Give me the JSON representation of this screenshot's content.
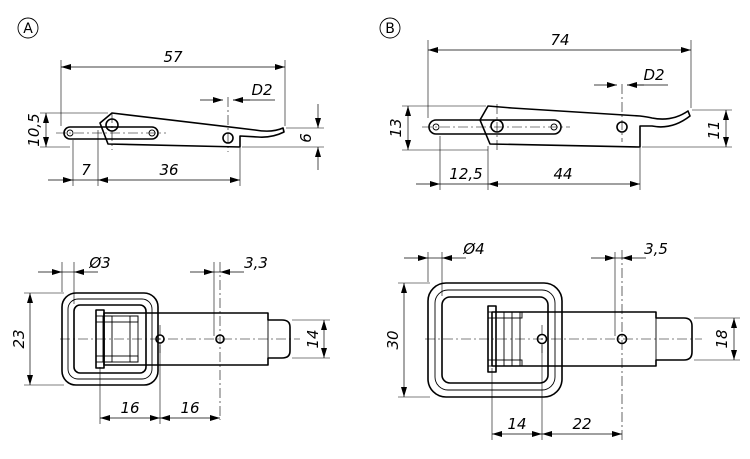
{
  "views": {
    "a": {
      "label": "A",
      "side": {
        "length": "57",
        "pin_dia": "D2",
        "height": "10,5",
        "hook_height": "6",
        "offset": "7",
        "pivot": "36"
      },
      "top": {
        "hole_dia": "Ø3",
        "hole_offset": "3,3",
        "width": "23",
        "tongue_width": "14",
        "span1": "16",
        "span2": "16"
      }
    },
    "b": {
      "label": "B",
      "side": {
        "length": "74",
        "pin_dia": "D2",
        "height": "13",
        "hook_height": "11",
        "offset": "12,5",
        "pivot": "44"
      },
      "top": {
        "hole_dia": "Ø4",
        "hole_offset": "3,5",
        "width": "30",
        "tongue_width": "18",
        "span1": "14",
        "span2": "22"
      }
    }
  }
}
